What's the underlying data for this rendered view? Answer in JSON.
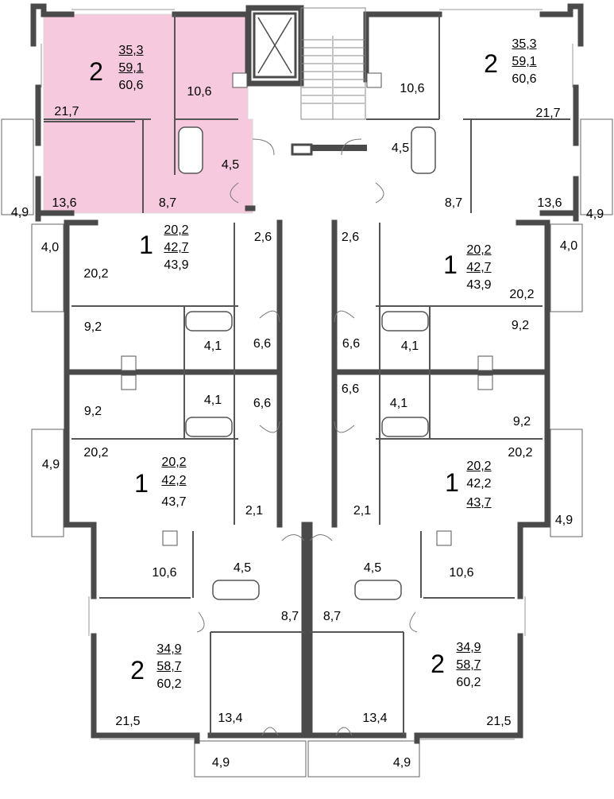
{
  "colors": {
    "wall": "#4a4a4a",
    "thin_line": "#555555",
    "highlight_fill": "#f6c9de",
    "highlight_stroke": "#d9d9d9",
    "background": "#ffffff",
    "text": "#000000"
  },
  "selected_apartment": "apt-top-left",
  "apartments": [
    {
      "id": "apt-top-left",
      "rooms": "2",
      "living_area": "35,3",
      "total_area_no_balcony": "59,1",
      "total_area": "60,6",
      "room_labels": [
        "21,7",
        "10,6",
        "4,5",
        "13,6",
        "8,7"
      ],
      "balcony": "4,9",
      "highlighted": true
    },
    {
      "id": "apt-top-right",
      "rooms": "2",
      "living_area": "35,3",
      "total_area_no_balcony": "59,1",
      "total_area": "60,6",
      "room_labels": [
        "10,6",
        "21,7",
        "4,5",
        "8,7",
        "13,6"
      ],
      "balcony": "4,9",
      "highlighted": false
    },
    {
      "id": "apt-left-upper-1",
      "rooms": "1",
      "living_area": "20,2",
      "total_area_no_balcony": "42,7",
      "total_area": "43,9",
      "room_labels": [
        "2,6",
        "20,2",
        "9,2",
        "4,1",
        "6,6"
      ],
      "balcony": "4,0",
      "highlighted": false
    },
    {
      "id": "apt-right-upper-1",
      "rooms": "1",
      "living_area": "20,2",
      "total_area_no_balcony": "42,7",
      "total_area": "43,9",
      "room_labels": [
        "2,6",
        "20,2",
        "9,2",
        "6,6",
        "4,1"
      ],
      "balcony": "4,0",
      "highlighted": false
    },
    {
      "id": "apt-left-lower-1",
      "rooms": "1",
      "living_area": "20,2",
      "total_area_no_balcony": "42,2",
      "total_area": "43,7",
      "room_labels": [
        "9,2",
        "4,1",
        "6,6",
        "20,2",
        "2,1"
      ],
      "balcony": "4,9",
      "highlighted": false
    },
    {
      "id": "apt-right-lower-1",
      "rooms": "1",
      "living_area": "20,2",
      "total_area_no_balcony": "42,2",
      "total_area": "43,7",
      "room_labels": [
        "6,6",
        "4,1",
        "9,2",
        "20,2",
        "2,1"
      ],
      "balcony": "4,9",
      "highlighted": false
    },
    {
      "id": "apt-bottom-left",
      "rooms": "2",
      "living_area": "34,9",
      "total_area_no_balcony": "58,7",
      "total_area": "60,2",
      "room_labels": [
        "10,6",
        "4,5",
        "8,7",
        "21,5",
        "13,4"
      ],
      "balcony": "4,9",
      "highlighted": false
    },
    {
      "id": "apt-bottom-right",
      "rooms": "2",
      "living_area": "34,9",
      "total_area_no_balcony": "58,7",
      "total_area": "60,2",
      "room_labels": [
        "4,5",
        "10,6",
        "8,7",
        "13,4",
        "21,5"
      ],
      "balcony": "4,9",
      "highlighted": false
    }
  ]
}
